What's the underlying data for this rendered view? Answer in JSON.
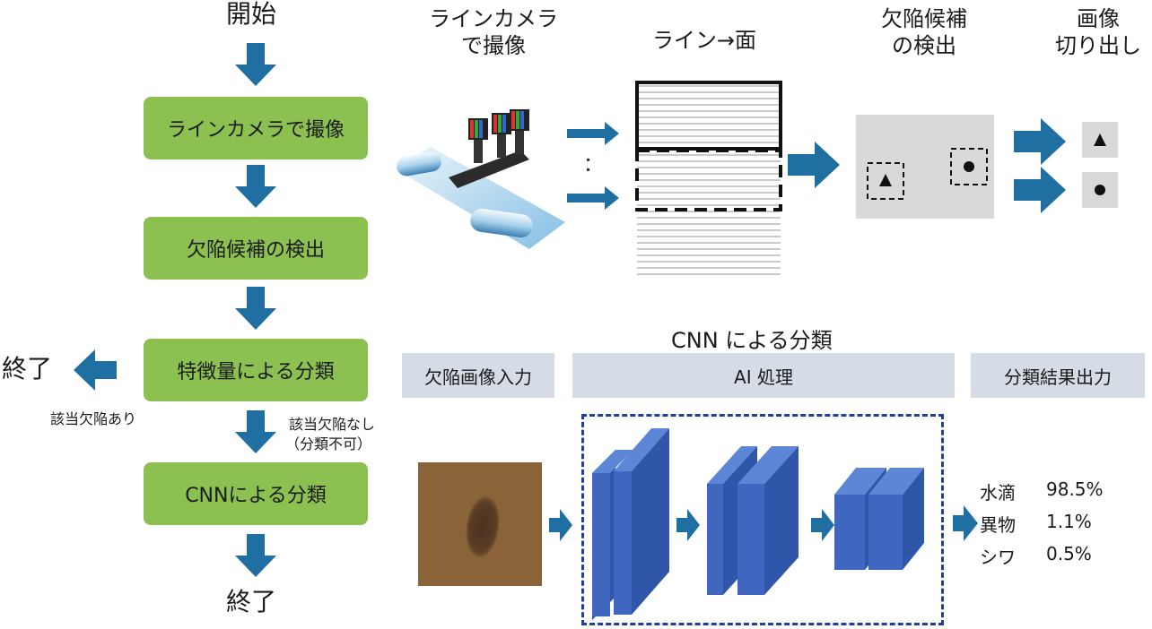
{
  "flow": {
    "start": "開始",
    "steps": [
      "ラインカメラで撮像",
      "欠陥候補の検出",
      "特徴量による分類",
      "CNNによる分類"
    ],
    "end_bottom": "終了",
    "end_left": "終了",
    "branch_yes": "該当欠陥あり",
    "branch_no_line1": "該当欠陥なし",
    "branch_no_line2": "（分類不可）"
  },
  "top": {
    "camera_label_line1": "ラインカメラ",
    "camera_label_line2": "で撮像",
    "line_to_plane": "ライン→面",
    "detect_line1": "欠陥候補",
    "detect_line2": "の検出",
    "crop_line1": "画像",
    "crop_line2": "切り出し",
    "dots": "："
  },
  "cnn": {
    "title": "CNN による分類",
    "header_input": "欠陥画像入力",
    "header_ai": "AI 処理",
    "header_output": "分類結果出力",
    "results": [
      {
        "label": "水滴",
        "value": "98.5%"
      },
      {
        "label": "異物",
        "value": "1.1%"
      },
      {
        "label": "シワ",
        "value": "0.5%"
      }
    ]
  },
  "colors": {
    "step_green": "#8cc152",
    "arrow_blue": "#1f6fa3",
    "header_gray": "#d6dce6",
    "cnn_blue": "#3f67c0",
    "dash_blue": "#1f3f9a"
  }
}
